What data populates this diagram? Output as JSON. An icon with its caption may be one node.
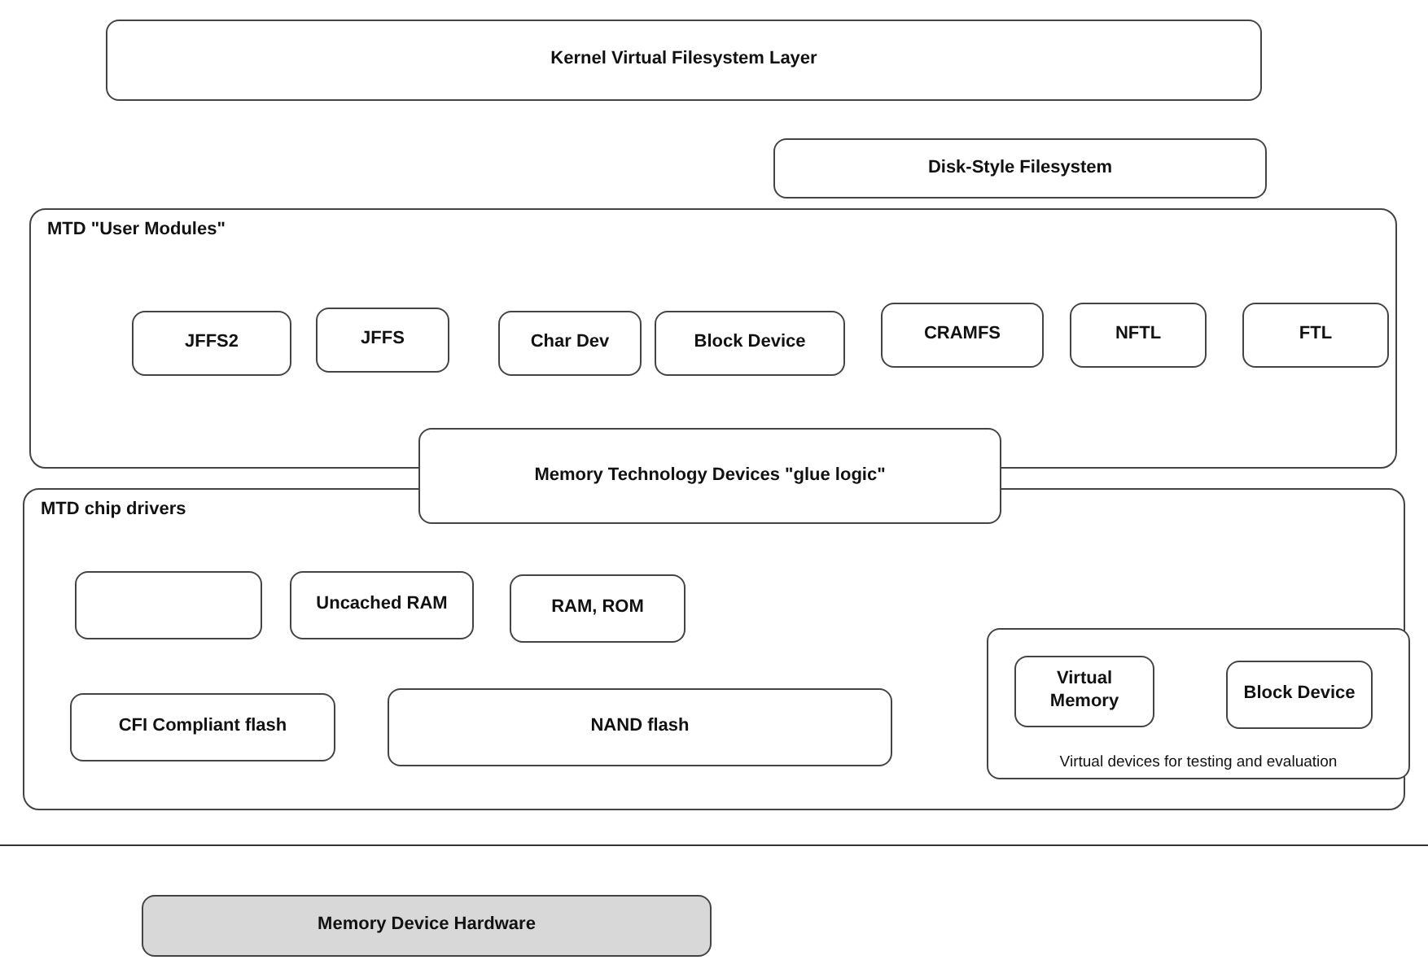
{
  "diagram": {
    "nodes": [
      {
        "text": [
          "Kernel Virtual Filesystem Layer"
        ]
      },
      {
        "text": [
          "Disk-Style Filesystem"
        ]
      },
      {
        "text": [
          "MTD \"User Modules\""
        ]
      },
      {
        "text": [
          "JFFS2"
        ],
        "in": 2
      },
      {
        "text": [
          "JFFS"
        ],
        "in": 2
      },
      {
        "text": [
          "Char Dev"
        ],
        "in": 2
      },
      {
        "text": [
          "Block Device"
        ],
        "in": 2
      },
      {
        "text": [
          "CRAMFS"
        ],
        "in": 2
      },
      {
        "text": [
          "NFTL"
        ],
        "in": 2
      },
      {
        "text": [
          "FTL"
        ],
        "in": 2
      },
      {
        "text": [
          "Memory Technology Devices \"glue logic\""
        ]
      },
      {
        "text": [
          "MTD chip drivers"
        ]
      },
      {
        "text": [],
        "shape": "box",
        "in": 11
      },
      {
        "text": [
          "Uncached RAM"
        ],
        "in": 11
      },
      {
        "text": [
          "RAM, ROM"
        ],
        "in": 11
      },
      {
        "text": [
          "CFI Compliant flash"
        ],
        "in": 11
      },
      {
        "text": [
          "NAND flash"
        ],
        "in": 11
      },
      {
        "text": [
          "Virtual devices for testing and evaluation"
        ],
        "in": 11
      },
      {
        "text": [
          "Virtual Memory"
        ],
        "in": 17
      },
      {
        "text": [
          "Block Device"
        ],
        "in": 17
      },
      {
        "text": [
          "Memory Device Hardware"
        ]
      }
    ]
  }
}
